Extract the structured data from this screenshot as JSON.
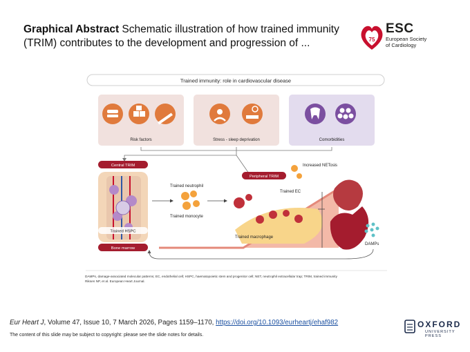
{
  "header": {
    "title_bold": "Graphical Abstract",
    "title_rest": " Schematic illustration of how trained immunity (TRIM) contributes to the development and progression of ..."
  },
  "esc_logo": {
    "acronym": "ESC",
    "line1": "European Society",
    "line2": "of Cardiology",
    "badge": "75",
    "color": "#c8102e"
  },
  "abstract": {
    "banner": "Trained immunity: role in cardiovascular disease",
    "panels": [
      {
        "label": "Risk factors"
      },
      {
        "label": "Stress - sleep deprivation"
      },
      {
        "label": "Comorbidities"
      }
    ],
    "central_trim": "Central TRIM",
    "peripheral_trim": "Peripheral TRIM",
    "trained_hspc": "Trained HSPC",
    "bone_marrow": "Bone marrow",
    "trained_neutrophil": "Trained neutrophil",
    "trained_monocyte": "Trained monocyte",
    "increased_netosis": "Increased NETosis",
    "trained_ec": "Trained EC",
    "trained_macrophage": "Trained macrophage",
    "damps": "DAMPs",
    "caption_line1": "DAMPs, damage-associated molecular patterns; EC, endothelial cell; HSPC, haematopoietic stem and progenitor cell; NET, neutrophil extracellular trap; TRIM, trained immunity",
    "caption_line2": "Riksen NP, et al. European Heart Journal."
  },
  "footer": {
    "journal": "Eur Heart J",
    "details": ", Volume 47, Issue 10, 7 March 2026, Pages 1159–1170, ",
    "doi": "https://doi.org/10.1093/eurheartj/ehaf982",
    "notice": "The content of this slide may be subject to copyright: please see the slide notes for details."
  },
  "publisher": {
    "name": "OXFORD",
    "sub": "UNIVERSITY PRESS"
  },
  "colors": {
    "orange": "#e07a3c",
    "purple": "#7b4fa0",
    "salmon": "#f3b9a8",
    "dark_red": "#a41c2e",
    "teal": "#5fc1c7"
  }
}
